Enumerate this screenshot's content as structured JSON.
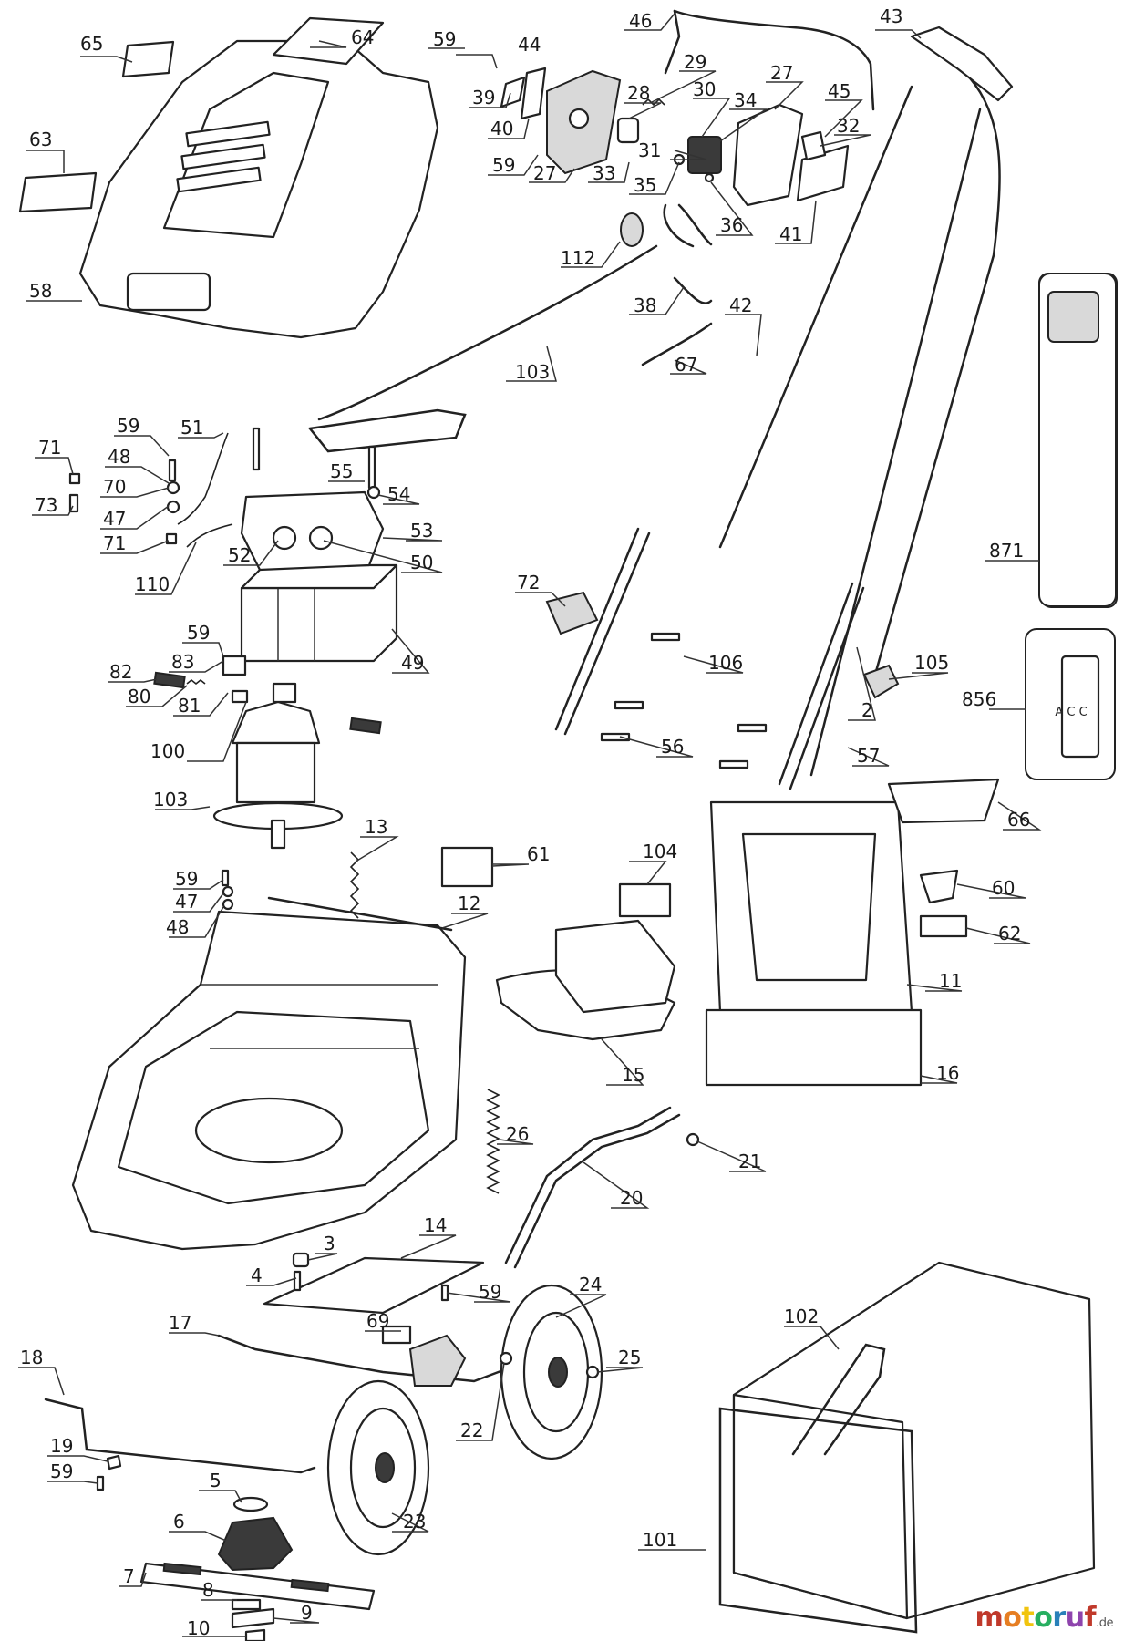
{
  "diagram": {
    "callouts": [
      {
        "id": "c65",
        "label": "65"
      },
      {
        "id": "c64",
        "label": "64"
      },
      {
        "id": "c59a",
        "label": "59"
      },
      {
        "id": "c44",
        "label": "44"
      },
      {
        "id": "c46",
        "label": "46"
      },
      {
        "id": "c43",
        "label": "43"
      },
      {
        "id": "c63",
        "label": "63"
      },
      {
        "id": "c39",
        "label": "39"
      },
      {
        "id": "c40",
        "label": "40"
      },
      {
        "id": "c28",
        "label": "28"
      },
      {
        "id": "c29",
        "label": "29"
      },
      {
        "id": "c30",
        "label": "30"
      },
      {
        "id": "c34",
        "label": "34"
      },
      {
        "id": "c27a",
        "label": "27"
      },
      {
        "id": "c45",
        "label": "45"
      },
      {
        "id": "c32",
        "label": "32"
      },
      {
        "id": "c59b",
        "label": "59"
      },
      {
        "id": "c31",
        "label": "31"
      },
      {
        "id": "c27b",
        "label": "27"
      },
      {
        "id": "c33",
        "label": "33"
      },
      {
        "id": "c35",
        "label": "35"
      },
      {
        "id": "c36",
        "label": "36"
      },
      {
        "id": "c41",
        "label": "41"
      },
      {
        "id": "c58",
        "label": "58"
      },
      {
        "id": "c112",
        "label": "112"
      },
      {
        "id": "c38",
        "label": "38"
      },
      {
        "id": "c42",
        "label": "42"
      },
      {
        "id": "c103a",
        "label": "103"
      },
      {
        "id": "c67",
        "label": "67"
      },
      {
        "id": "c59c",
        "label": "59"
      },
      {
        "id": "c51",
        "label": "51"
      },
      {
        "id": "c71a",
        "label": "71"
      },
      {
        "id": "c48a",
        "label": "48"
      },
      {
        "id": "c73",
        "label": "73"
      },
      {
        "id": "c70",
        "label": "70"
      },
      {
        "id": "c47a",
        "label": "47"
      },
      {
        "id": "c71b",
        "label": "71"
      },
      {
        "id": "c110",
        "label": "110"
      },
      {
        "id": "c55",
        "label": "55"
      },
      {
        "id": "c54",
        "label": "54"
      },
      {
        "id": "c53",
        "label": "53"
      },
      {
        "id": "c52",
        "label": "52"
      },
      {
        "id": "c50",
        "label": "50"
      },
      {
        "id": "c871",
        "label": "871"
      },
      {
        "id": "c72",
        "label": "72"
      },
      {
        "id": "c59d",
        "label": "59"
      },
      {
        "id": "c83",
        "label": "83"
      },
      {
        "id": "c82",
        "label": "82"
      },
      {
        "id": "c80",
        "label": "80"
      },
      {
        "id": "c81",
        "label": "81"
      },
      {
        "id": "c49",
        "label": "49"
      },
      {
        "id": "c106",
        "label": "106"
      },
      {
        "id": "c105",
        "label": "105"
      },
      {
        "id": "c856",
        "label": "856"
      },
      {
        "id": "c100",
        "label": "100"
      },
      {
        "id": "c2",
        "label": "2"
      },
      {
        "id": "c56",
        "label": "56"
      },
      {
        "id": "c57",
        "label": "57"
      },
      {
        "id": "c103b",
        "label": "103"
      },
      {
        "id": "c66",
        "label": "66"
      },
      {
        "id": "c13",
        "label": "13"
      },
      {
        "id": "c61",
        "label": "61"
      },
      {
        "id": "c104",
        "label": "104"
      },
      {
        "id": "c59e",
        "label": "59"
      },
      {
        "id": "c47b",
        "label": "47"
      },
      {
        "id": "c48b",
        "label": "48"
      },
      {
        "id": "c60",
        "label": "60"
      },
      {
        "id": "c12",
        "label": "12"
      },
      {
        "id": "c62",
        "label": "62"
      },
      {
        "id": "c11",
        "label": "11"
      },
      {
        "id": "c15",
        "label": "15"
      },
      {
        "id": "c16",
        "label": "16"
      },
      {
        "id": "c26",
        "label": "26"
      },
      {
        "id": "c21",
        "label": "21"
      },
      {
        "id": "c20",
        "label": "20"
      },
      {
        "id": "c14",
        "label": "14"
      },
      {
        "id": "c3",
        "label": "3"
      },
      {
        "id": "c4",
        "label": "4"
      },
      {
        "id": "c59f",
        "label": "59"
      },
      {
        "id": "c24",
        "label": "24"
      },
      {
        "id": "c17",
        "label": "17"
      },
      {
        "id": "c69",
        "label": "69"
      },
      {
        "id": "c102",
        "label": "102"
      },
      {
        "id": "c25",
        "label": "25"
      },
      {
        "id": "c18",
        "label": "18"
      },
      {
        "id": "c22",
        "label": "22"
      },
      {
        "id": "c19",
        "label": "19"
      },
      {
        "id": "c59g",
        "label": "59"
      },
      {
        "id": "c5",
        "label": "5"
      },
      {
        "id": "c6",
        "label": "6"
      },
      {
        "id": "c23",
        "label": "23"
      },
      {
        "id": "c101",
        "label": "101"
      },
      {
        "id": "c7",
        "label": "7"
      },
      {
        "id": "c8",
        "label": "8"
      },
      {
        "id": "c9",
        "label": "9"
      },
      {
        "id": "c10",
        "label": "10"
      }
    ],
    "charger_plug_letters": "A C C"
  },
  "watermark": {
    "letters": [
      "m",
      "o",
      "t",
      "o",
      "r",
      "u",
      "f"
    ],
    "letter_colors": [
      "#c0392b",
      "#e67e22",
      "#f1c40f",
      "#27ae60",
      "#2980b9",
      "#8e44ad",
      "#c0392b"
    ],
    "suffix": ".de"
  }
}
